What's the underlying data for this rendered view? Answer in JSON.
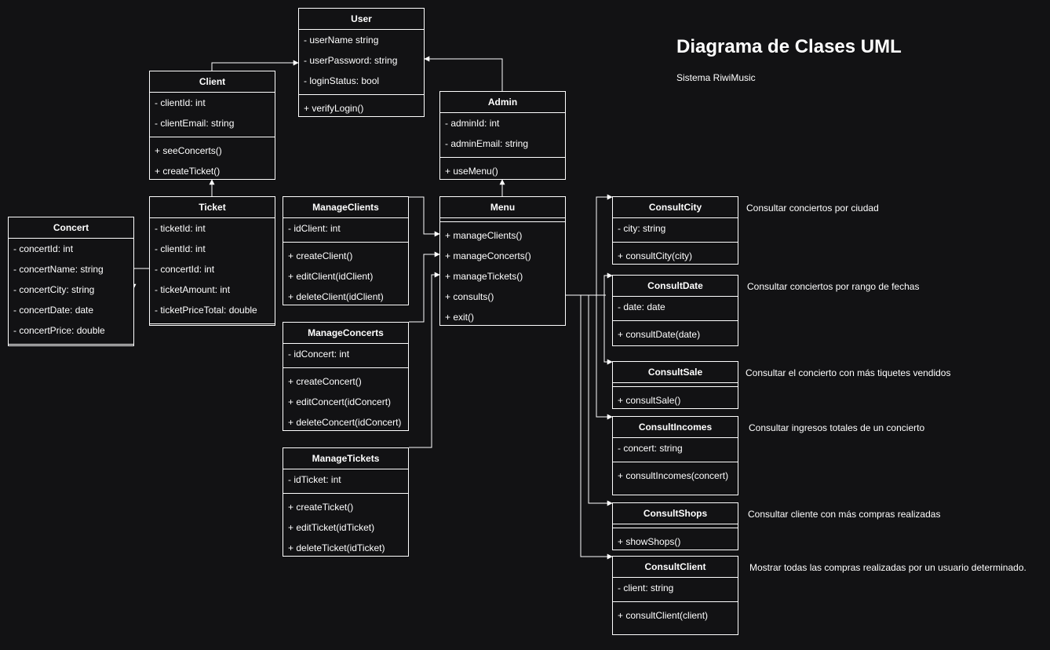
{
  "title": "Diagrama de Clases UML",
  "subtitle": "Sistema RiwiMusic",
  "classes": {
    "user": {
      "name": "User",
      "attributes": [
        "- userName string",
        "- userPassword: string",
        "- loginStatus: bool"
      ],
      "methods": [
        "+ verifyLogin()"
      ]
    },
    "client": {
      "name": "Client",
      "attributes": [
        "- clientId: int",
        "- clientEmail: string"
      ],
      "methods": [
        "+ seeConcerts()",
        "+ createTicket()"
      ]
    },
    "admin": {
      "name": "Admin",
      "attributes": [
        "- adminId: int",
        "- adminEmail: string"
      ],
      "methods": [
        "+ useMenu()"
      ]
    },
    "concert": {
      "name": "Concert",
      "attributes": [
        "- concertId: int",
        "- concertName: string",
        "- concertCity: string",
        "- concertDate: date",
        "- concertPrice: double"
      ],
      "methods": []
    },
    "ticket": {
      "name": "Ticket",
      "attributes": [
        "- ticketId: int",
        "- clientId: int",
        "- concertId: int",
        "- ticketAmount: int",
        "- ticketPriceTotal: double"
      ],
      "methods": []
    },
    "manageClients": {
      "name": "ManageClients",
      "attributes": [
        "- idClient: int"
      ],
      "methods": [
        "+ createClient()",
        "+ editClient(idClient)",
        "+ deleteClient(idClient)"
      ]
    },
    "manageConcerts": {
      "name": "ManageConcerts",
      "attributes": [
        "- idConcert: int"
      ],
      "methods": [
        "+ createConcert()",
        "+ editConcert(idConcert)",
        "+ deleteConcert(idConcert)"
      ]
    },
    "manageTickets": {
      "name": "ManageTickets",
      "attributes": [
        "- idTicket: int"
      ],
      "methods": [
        "+ createTicket()",
        "+ editTicket(idTicket)",
        "+ deleteTicket(idTicket)"
      ]
    },
    "menu": {
      "name": "Menu",
      "attributes": [],
      "methods": [
        "+ manageClients()",
        "+ manageConcerts()",
        "+ manageTickets()",
        "+ consults()",
        "+ exit()"
      ]
    },
    "consultCity": {
      "name": "ConsultCity",
      "attributes": [
        "- city: string"
      ],
      "methods": [
        "+ consultCity(city)"
      ]
    },
    "consultDate": {
      "name": "ConsultDate",
      "attributes": [
        "- date: date"
      ],
      "methods": [
        "+ consultDate(date)"
      ]
    },
    "consultSale": {
      "name": "ConsultSale",
      "attributes": [],
      "methods": [
        "+ consultSale()"
      ]
    },
    "consultIncomes": {
      "name": "ConsultIncomes",
      "attributes": [
        "- concert: string"
      ],
      "methods": [
        "+ consultIncomes(concert)"
      ]
    },
    "consultShops": {
      "name": "ConsultShops",
      "attributes": [],
      "methods": [
        "+ showShops()"
      ]
    },
    "consultClient": {
      "name": "ConsultClient",
      "attributes": [
        "- client: string"
      ],
      "methods": [
        "+ consultClient(client)"
      ]
    }
  },
  "notes": {
    "consultCity": "Consultar conciertos por ciudad",
    "consultDate": "Consultar conciertos por rango de fechas",
    "consultSale": "Consultar el concierto con más tiquetes vendidos",
    "consultIncomes": "Consultar ingresos totales de un concierto",
    "consultShops": "Consultar cliente con más compras realizadas",
    "consultClient": "Mostrar todas las compras realizadas por un usuario determinado."
  },
  "colors": {
    "background": "#121214",
    "line": "#ffffff",
    "text": "#ffffff"
  }
}
